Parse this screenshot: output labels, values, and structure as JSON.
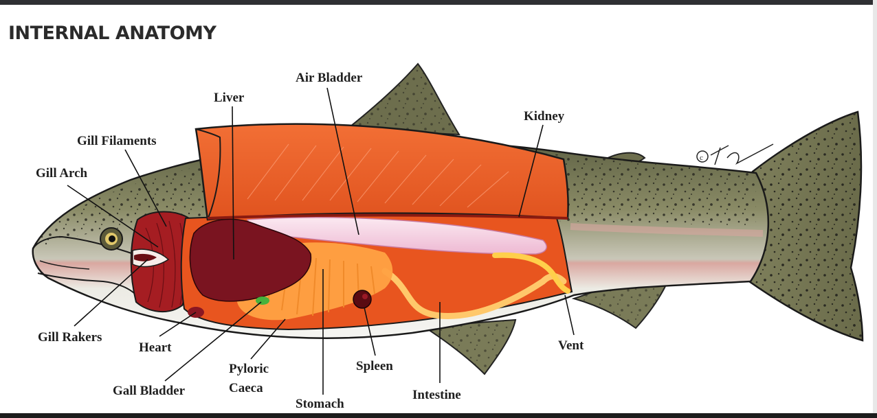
{
  "title": "INTERNAL ANATOMY",
  "labels": {
    "gill_arch": "Gill Arch",
    "gill_filaments": "Gill Filaments",
    "gill_rakers": "Gill Rakers",
    "heart": "Heart",
    "gall_bladder": "Gall Bladder",
    "pyloric_caeca_1": "Pyloric",
    "pyloric_caeca_2": "Caeca",
    "liver": "Liver",
    "stomach": "Stomach",
    "spleen": "Spleen",
    "air_bladder": "Air Bladder",
    "intestine": "Intestine",
    "kidney": "Kidney",
    "vent": "Vent"
  },
  "signature": "©T...",
  "colors": {
    "flesh": "#f0632a",
    "cavity": "#e8551f",
    "liver": "#7a1420",
    "gill": "#a51d22",
    "air_bladder": "#f7d7e6",
    "caeca": "#ffa243",
    "body_back": "#7b7d57",
    "body_belly": "#e8e7df",
    "fin": "#6d6e4d"
  }
}
